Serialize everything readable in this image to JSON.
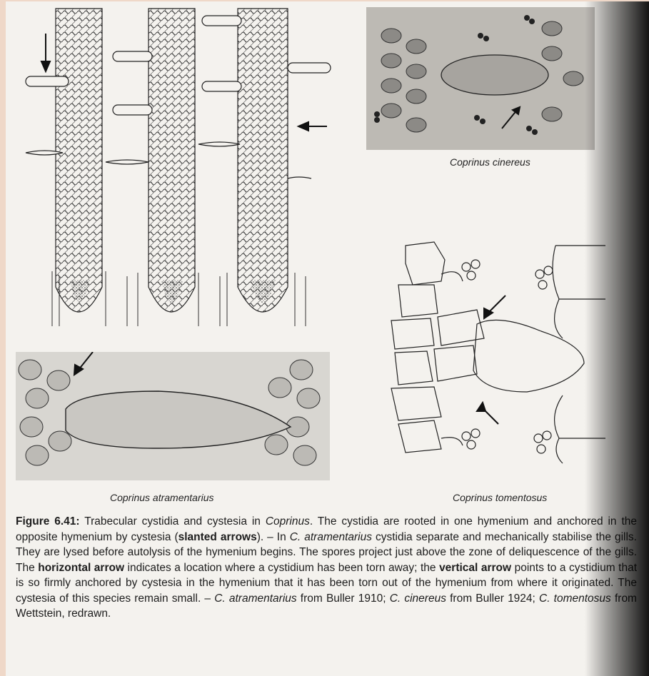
{
  "panels": {
    "cinereus": {
      "label": "Coprinus cinereus"
    },
    "atramentarius": {
      "label": "Coprinus atramentarius"
    },
    "tomentosus": {
      "label": "Coprinus tomentosus"
    }
  },
  "caption": {
    "figure_label": "Figure 6.41:",
    "t1": "Trabecular cystidia and cystesia in ",
    "t2": "Coprinus",
    "t3": ". The cystidia are rooted in one hymenium and anchored in the opposite hymenium by cystesia (",
    "t4": "slanted arrows",
    "t5": "). – In ",
    "t6": "C. atramentarius",
    "t7": " cystidia separate and mechanically stabilise the gills. They are lysed before autolysis of the hymenium begins. The spores project just above the zone of deliquescence of the gills. The ",
    "t8": "horizontal arrow",
    "t9": " indicates a location where a cystidium has been torn away; the ",
    "t10": "vertical arrow",
    "t11": " points to a cystidium that is so firmly anchored by cystesia in the hymenium that it has been torn out of the hymenium from where it originated. The cystesia of this species remain small. – ",
    "t12": "C. atramentarius",
    "t13": " from Buller 1910; ",
    "t14": "C. cinereus",
    "t15": " from Buller 1924; ",
    "t16": "C. tomentosus",
    "t17": " from Wettstein, redrawn."
  }
}
